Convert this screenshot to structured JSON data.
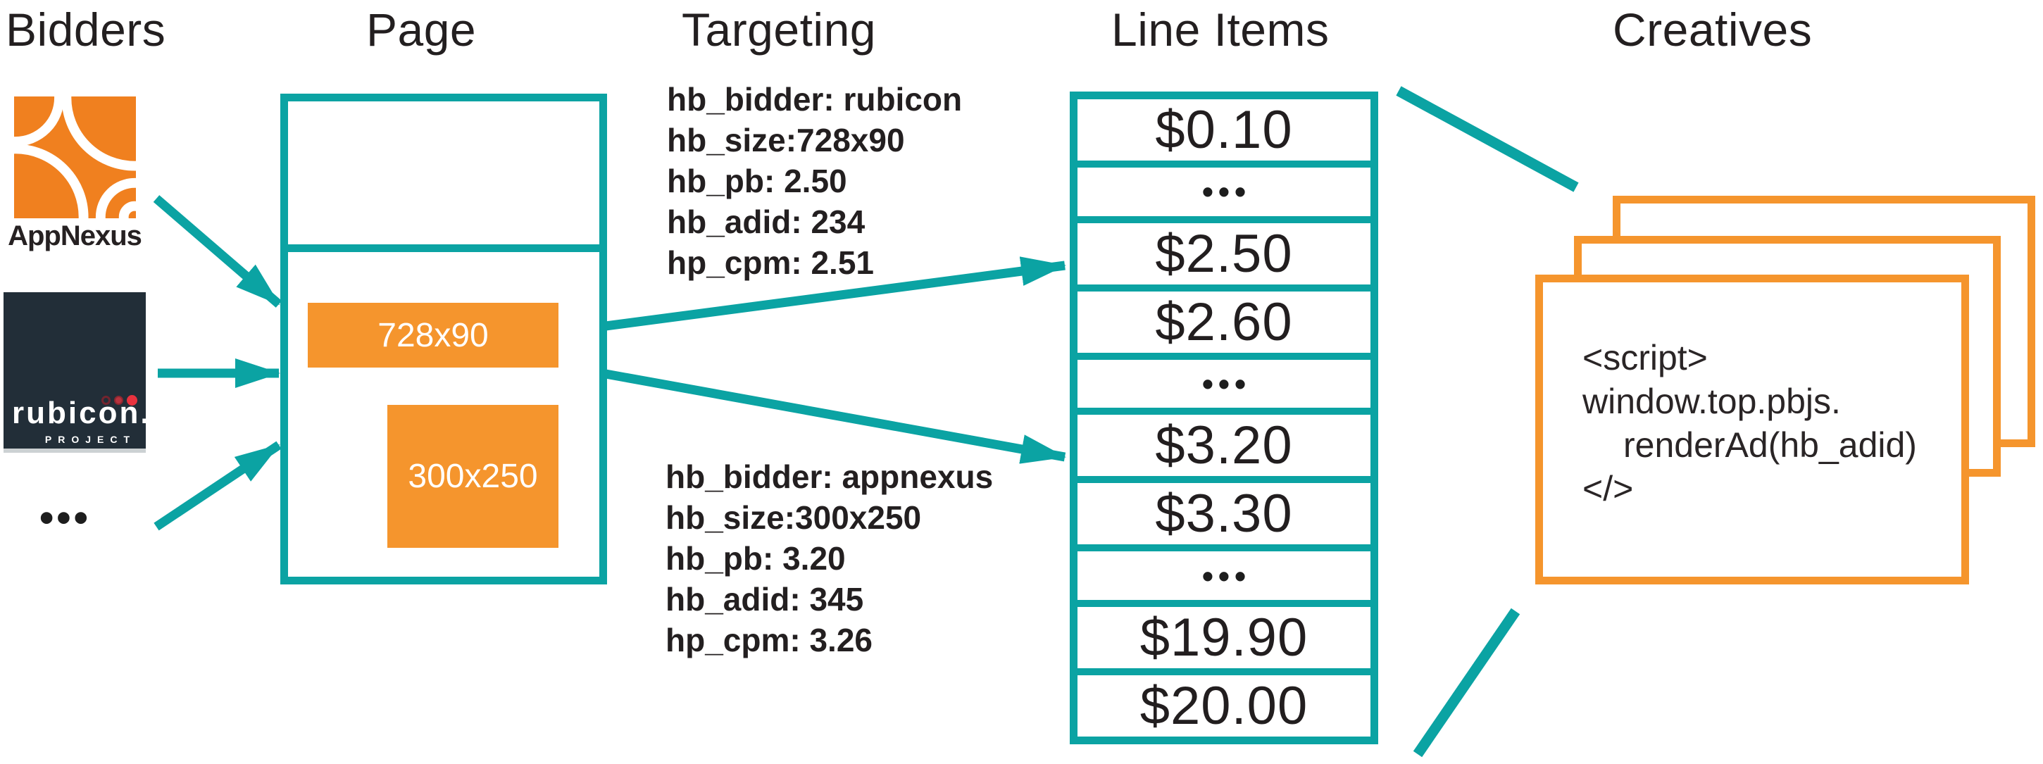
{
  "header": {
    "bidders": "Bidders",
    "page": "Page",
    "targeting": "Targeting",
    "line_items": "Line Items",
    "creatives": "Creatives"
  },
  "bidders": {
    "appnexus_label": "AppNexus",
    "rubicon": {
      "brand": "rubicon.",
      "registered": "®",
      "subtitle": "PROJECT"
    },
    "more_bidders": "•••"
  },
  "page": {
    "slots": [
      "728x90",
      "300x250"
    ]
  },
  "targeting": {
    "rubicon_keys": [
      "hb_bidder: rubicon",
      "hb_size:728x90",
      "hb_pb: 2.50",
      "hb_adid: 234",
      "hp_cpm: 2.51"
    ],
    "appnexus_keys": [
      "hb_bidder: appnexus",
      "hb_size:300x250",
      "hb_pb: 3.20",
      "hb_adid: 345",
      "hp_cpm: 3.26"
    ]
  },
  "line_items": {
    "rows": [
      "$0.10",
      "•••",
      "$2.50",
      "$2.60",
      "•••",
      "$3.20",
      "$3.30",
      "•••",
      "$19.90",
      "$20.00"
    ]
  },
  "creatives": {
    "code_lines": [
      "<script>",
      "window.top.pbjs.",
      "renderAd(hb_adid)",
      "</>"
    ]
  },
  "colors": {
    "teal": "#0BA3A3",
    "orange": "#F5952D",
    "appnexus_orange": "#F0801F",
    "dark_text": "#231F20",
    "rubicon_bg": "#222E38"
  }
}
